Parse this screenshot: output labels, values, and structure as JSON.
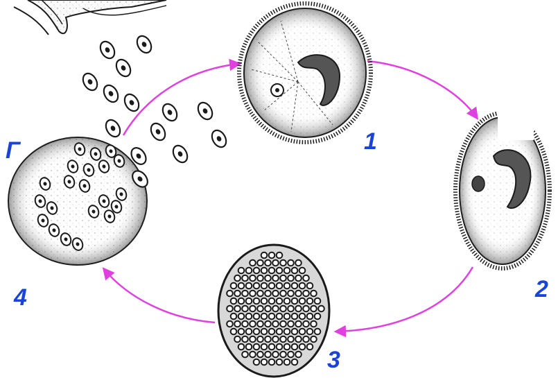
{
  "labels": {
    "stage_1": "1",
    "stage_2": "2",
    "stage_3": "3",
    "stage_4": "4",
    "host_letter": "Г"
  },
  "colors": {
    "arrow": "#e040e0",
    "label": "#1a44d8",
    "ink": "#1a1a1a",
    "background": "#ffffff"
  }
}
